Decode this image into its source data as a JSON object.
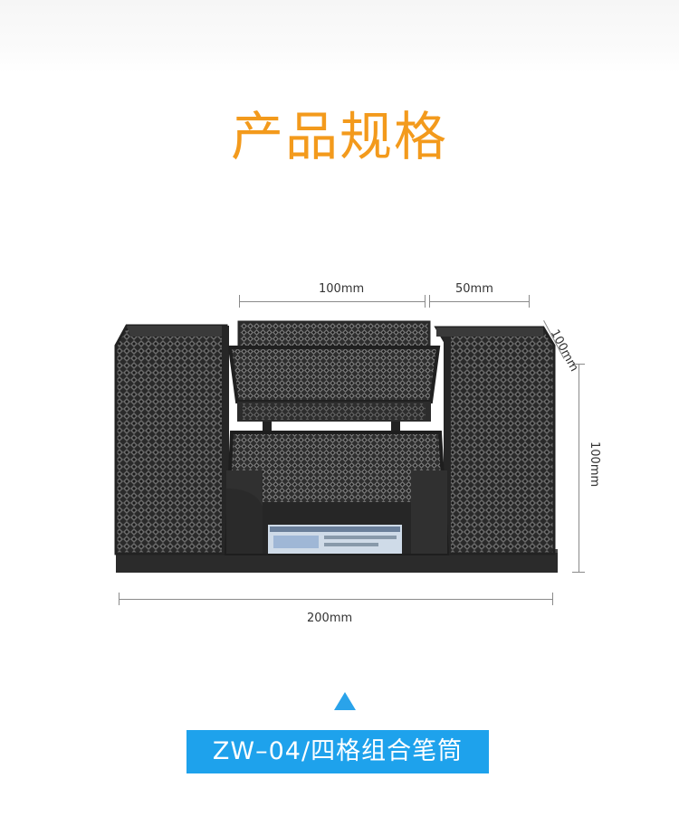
{
  "header": {
    "title": "产品规格"
  },
  "dimensions": {
    "top_left_width": "100mm",
    "top_right_width": "50mm",
    "depth": "100mm",
    "height": "100mm",
    "total_width": "200mm"
  },
  "product": {
    "label": "ZW–04/四格组合笔筒"
  },
  "colors": {
    "title": "#f39a1c",
    "label_bg": "#1ea2ec",
    "mesh": "#2b2b2b"
  },
  "icons": {
    "pointer": "up-triangle-icon"
  }
}
